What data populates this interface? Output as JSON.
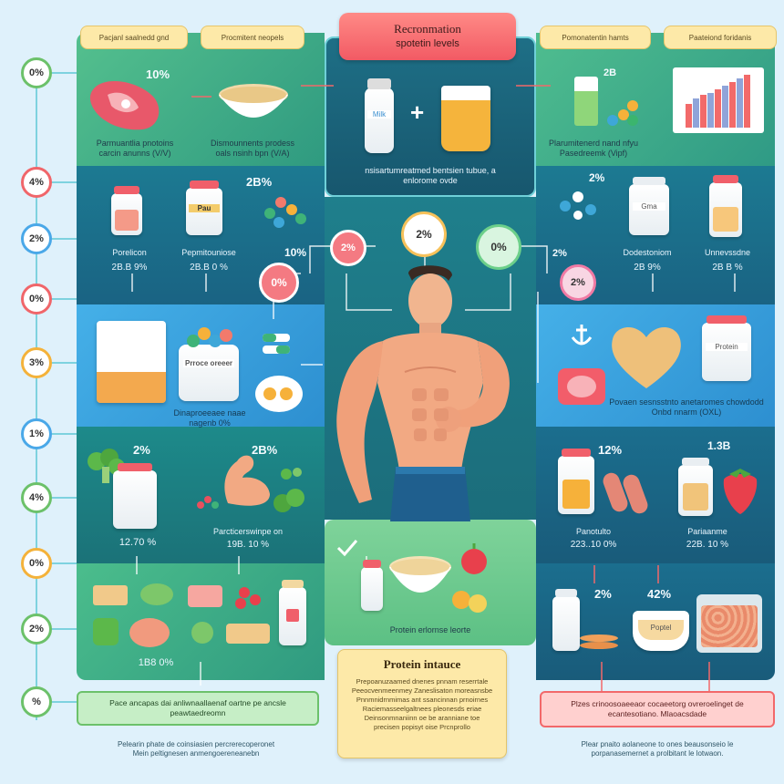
{
  "title": {
    "line1": "Recronmation",
    "line2": "spotetin levels"
  },
  "side_circles": [
    "0%",
    "4%",
    "2%",
    "0%",
    "3%",
    "1%",
    "4%",
    "0%",
    "2%",
    "%"
  ],
  "top_tags": [
    "Pacjanl saalnedd gnd",
    "Procmitent neopels",
    "Pomonatentin hamts",
    "Paateiond foridanis"
  ],
  "top_left": {
    "pct": "10%",
    "caption": "Parmuantlia pnotoins carcin anunns (V/V)",
    "caption2": "Dismounnents prodess oals nsinh bpn (V/A)"
  },
  "top_right": {
    "pct": "2B",
    "caption": "Plarumitenerd nand nfyu Pasedreemk (Vipf)"
  },
  "center_top": {
    "caption": "nsisartumreatmed bentsien tubue, a enlorome ovde",
    "labels": [
      "Milk",
      "+"
    ]
  },
  "row2_left": {
    "pct_top": "2B%",
    "pct_mid": "10%",
    "items": [
      {
        "label": "Porelicon",
        "value": "2B.B 9%"
      },
      {
        "label": "Pepmitouniose",
        "value": "2B.B 0 %"
      }
    ],
    "jar_label": "Pau"
  },
  "row2_right": {
    "pct_top": "2%",
    "pct_mid": "2%",
    "items": [
      {
        "label": "Dodestoniom",
        "value": "2B 9%"
      },
      {
        "label": "Unnevssdne",
        "value": "2B B %"
      }
    ],
    "jar_label": "Gma"
  },
  "bubbles": [
    "0%",
    "2%",
    "2%",
    "0%",
    "2%"
  ],
  "row3_left": {
    "caption": "Dinaproeeaee naae nagenb 0%",
    "pkg_label": "Prroce oreeer"
  },
  "row3_right": {
    "caption": "Povaen sesnsstnto anetaromes chowdodd Onbd nnarm (OXL)",
    "jar_label": "Protein"
  },
  "row4_left": {
    "pct1": "2%",
    "pct2": "2B%",
    "v1": "12.70 %",
    "label2": "Parcticerswinpe on",
    "v2": "19B. 10 %"
  },
  "row4_right": {
    "pct1": "12%",
    "pct2": "1.3B",
    "label1": "Panotulto",
    "v1": "223..10 0%",
    "label2": "Pariaanme",
    "v2": "22B. 10 %"
  },
  "center_bottom": {
    "caption": "Protein erlornse leorte"
  },
  "row5_left": {
    "v": "1B8 0%"
  },
  "row5_right": {
    "pct1": "2%",
    "pct2": "42%",
    "bowl_label": "Poptel"
  },
  "intake": {
    "title": "Protein intauce",
    "lines": [
      "Prepoanuzaamed dnenes pnnam reserrtale",
      "Peeocvenmeenmey Zaneslisaton moreasnsbe",
      "Pnnmnidrnmimas ant ssancinnan prnoirnes",
      "Raciemasseelgaltnees pleonesds eriae",
      "Deinsonmnaniinn oe be aranniane toe",
      "precisen popisyt oise Prcnprollo"
    ]
  },
  "banner_left": {
    "text": "Pace ancapas dai anliwnaallaenaf oartne pe ancsle peawtaedreomn"
  },
  "banner_right": {
    "text": "Plzes crinoosoaeeaor cocaeetorg ovreroelinget de ecantesotiano. Mlaoacsdade"
  },
  "foot_left": {
    "line1": "Pelearin phate de coinsiasien percrerecoperonet",
    "line2": "Mein peltignesen anmengoereneanebn"
  },
  "foot_right": {
    "line1": "Plear pnaito aolaneone to ones beausonseio le",
    "line2": "porpanasemernet a prolbitant le lotwaon."
  },
  "colors": {
    "teal": "#1e8a8f",
    "green": "#3fae7c",
    "coral": "#f2686a",
    "yellow": "#fde9a8",
    "blue": "#2a6fa8"
  },
  "side_circle_colors": [
    "#6cc16a",
    "#f0666a",
    "#4aa8e8",
    "#f0666a",
    "#f4b23a",
    "#4aa8e8",
    "#6cc16a",
    "#f4b23a",
    "#6cc16a",
    "#6cc16a"
  ]
}
